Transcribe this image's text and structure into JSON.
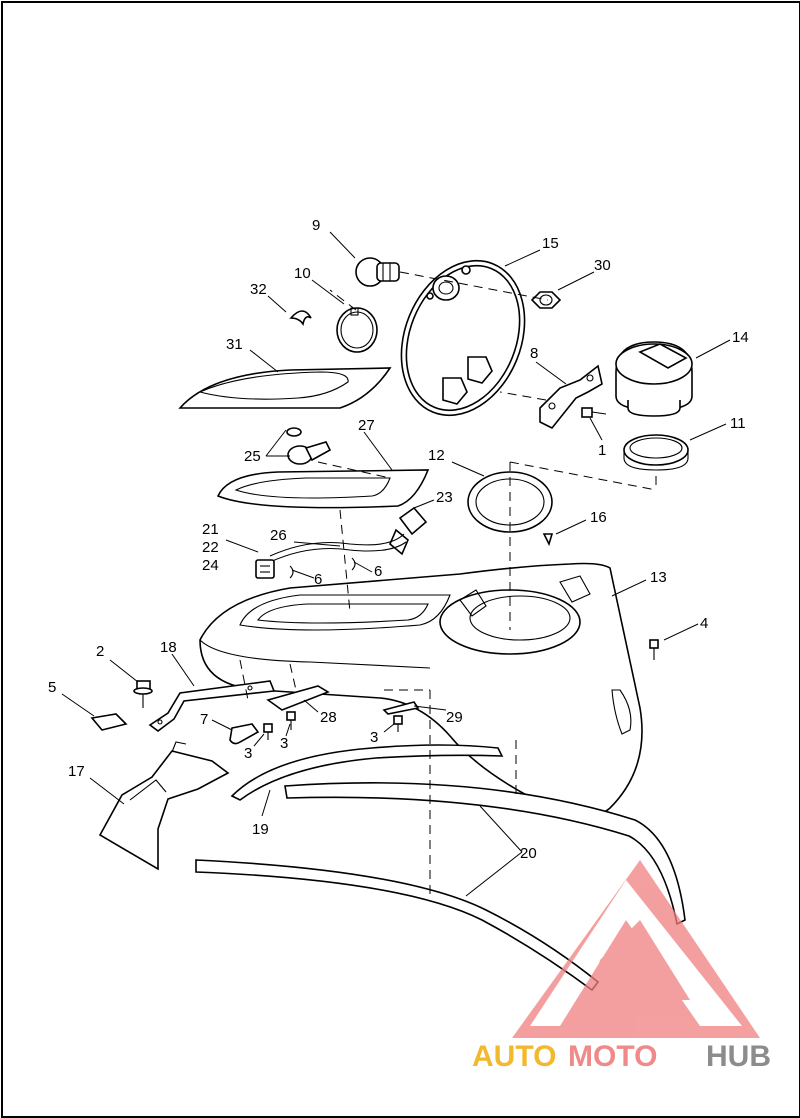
{
  "labels": {
    "l9": "9",
    "l15": "15",
    "l10": "10",
    "l30": "30",
    "l32": "32",
    "l14": "14",
    "l31": "31",
    "l8": "8",
    "l11": "11",
    "l1": "1",
    "l27": "27",
    "l12": "12",
    "l25": "25",
    "l23": "23",
    "l16": "16",
    "l21": "21",
    "l22": "22",
    "l24": "24",
    "l26": "26",
    "l6a": "6",
    "l6b": "6",
    "l13": "13",
    "l4": "4",
    "l2": "2",
    "l18": "18",
    "l5": "5",
    "l7": "7",
    "l28": "28",
    "l29": "29",
    "l3a": "3",
    "l3b": "3",
    "l3c": "3",
    "l17": "17",
    "l19": "19",
    "l20": "20"
  },
  "watermark": {
    "part1": "AUTO",
    "part2": "MOTO",
    "part3": "HUB",
    "colors": {
      "auto": "#f2b92e",
      "moto": "#f08a8a",
      "hub": "#8c8c8c",
      "logo": "#f08080"
    }
  }
}
